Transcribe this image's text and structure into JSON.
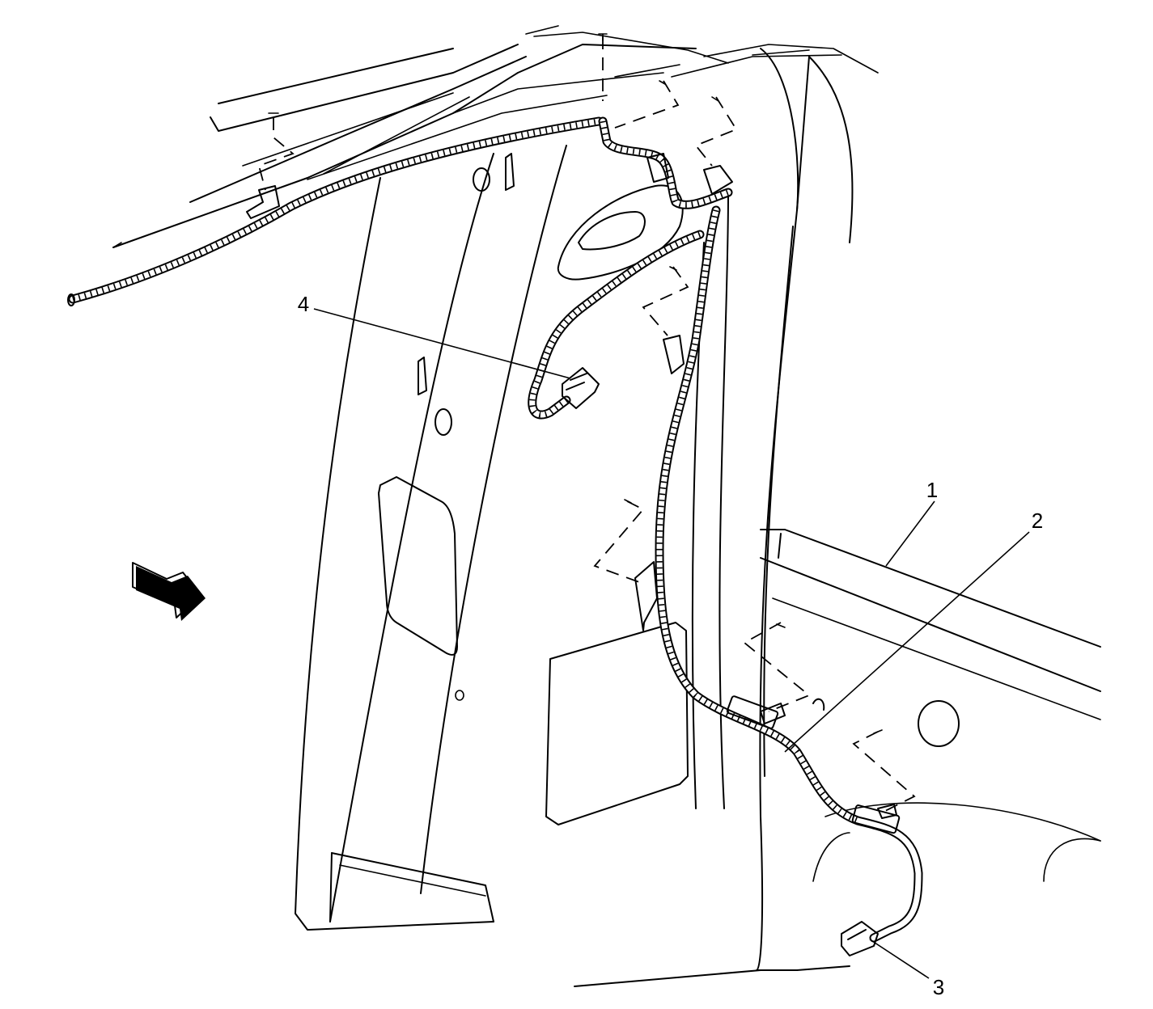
{
  "diagram": {
    "callouts": [
      {
        "id": "1",
        "label": "1"
      },
      {
        "id": "2",
        "label": "2"
      },
      {
        "id": "3",
        "label": "3"
      },
      {
        "id": "4",
        "label": "4"
      }
    ],
    "line_color": "#000000",
    "background_color": "#ffffff",
    "icons": [
      "view-direction-arrow-icon",
      "connector-icon",
      "clip-icon"
    ]
  }
}
